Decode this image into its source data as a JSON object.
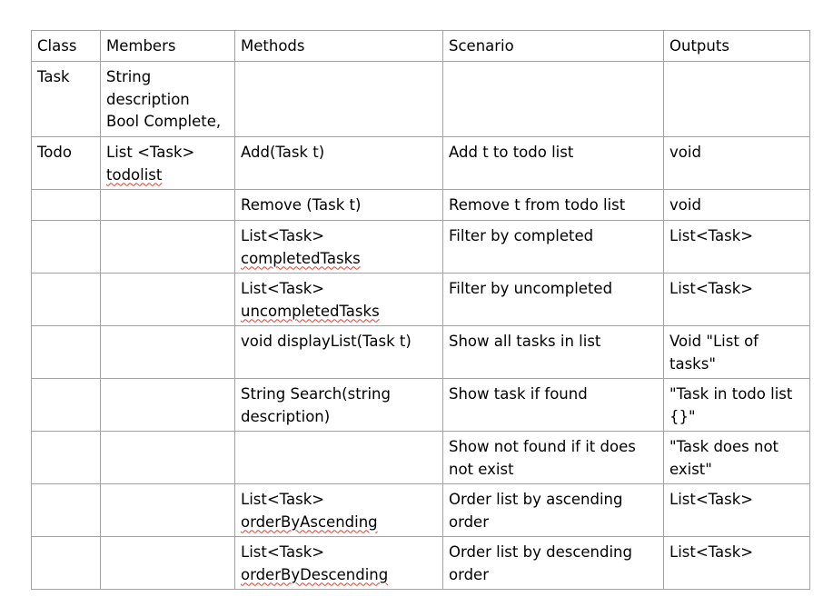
{
  "table": {
    "headers": [
      "Class",
      "Members",
      "Methods",
      "Scenario",
      "Outputs"
    ],
    "rows": [
      {
        "class": "Task",
        "members": [
          "String",
          "description",
          "Bool Complete,"
        ],
        "methods": [],
        "scenario": [],
        "outputs": []
      },
      {
        "class": "Todo",
        "members": [
          "List <Task>",
          "todolist"
        ],
        "methods": [
          "Add(Task t)"
        ],
        "scenario": [
          "Add t to todo list"
        ],
        "outputs": [
          "void"
        ]
      },
      {
        "class": "",
        "members": [],
        "methods": [
          "Remove (Task t)"
        ],
        "scenario": [
          "Remove t from todo list"
        ],
        "outputs": [
          "void"
        ]
      },
      {
        "class": "",
        "members": [],
        "methods": [
          "List<Task>",
          "completedTasks"
        ],
        "scenario": [
          "Filter by completed"
        ],
        "outputs": [
          "List<Task>"
        ]
      },
      {
        "class": "",
        "members": [],
        "methods": [
          "List<Task>",
          "uncompletedTasks"
        ],
        "scenario": [
          "Filter by uncompleted"
        ],
        "outputs": [
          "List<Task>"
        ]
      },
      {
        "class": "",
        "members": [],
        "methods": [
          "void displayList(Task t)"
        ],
        "scenario": [
          "Show all tasks in list"
        ],
        "outputs": [
          "Void \"List of",
          "tasks\""
        ]
      },
      {
        "class": "",
        "members": [],
        "methods": [
          "String Search(string",
          "description)"
        ],
        "scenario": [
          "Show task if found"
        ],
        "outputs": [
          "\"Task in todo list",
          "{}\""
        ]
      },
      {
        "class": "",
        "members": [],
        "methods": [],
        "scenario": [
          "Show not found if it does",
          "not exist"
        ],
        "outputs": [
          "\"Task does not",
          "exist\""
        ]
      },
      {
        "class": "",
        "members": [],
        "methods": [
          "List<Task>",
          "orderByAscending"
        ],
        "scenario": [
          "Order list by ascending",
          "order"
        ],
        "outputs": [
          "List<Task>"
        ]
      },
      {
        "class": "",
        "members": [],
        "methods": [
          "List<Task>",
          "orderByDescending"
        ],
        "scenario": [
          "Order list by descending",
          "order"
        ],
        "outputs": [
          "List<Task>"
        ]
      }
    ]
  },
  "spellcheck_color": "#e23b2e",
  "grammarcheck_color": "#3b56c8",
  "border_color": "#a3a3a3"
}
